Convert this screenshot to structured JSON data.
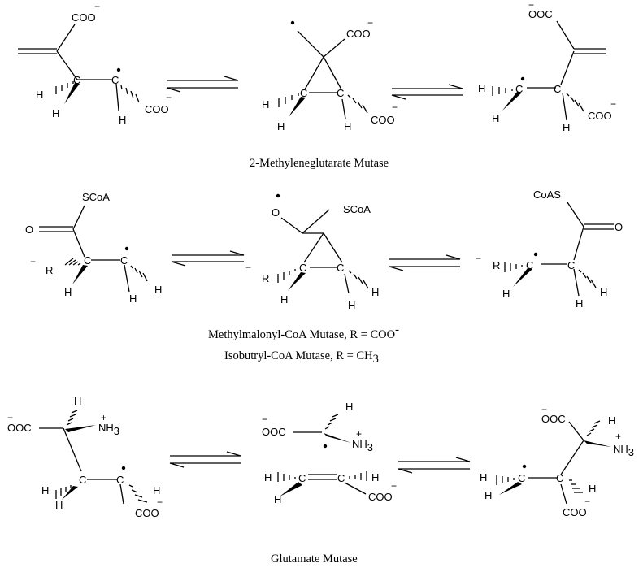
{
  "labels": {
    "coo": "COO",
    "ooc": "OOC",
    "h": "H",
    "c": "C",
    "o": "O",
    "r": "R",
    "scoa": "SCoA",
    "coas": "CoAS",
    "nh3_main": "NH",
    "nh3_sub": "3",
    "minus": "−",
    "plus": "+"
  },
  "captions": {
    "row1": "2-Methyleneglutarate Mutase",
    "row2_line1_main": "Methylmalonyl-CoA Mutase, R = COO",
    "row2_line1_sup": "-",
    "row2_line2_main": "Isobutryl-CoA Mutase, R = CH",
    "row2_line2_sub": "3",
    "row3": "Glutamate Mutase"
  }
}
